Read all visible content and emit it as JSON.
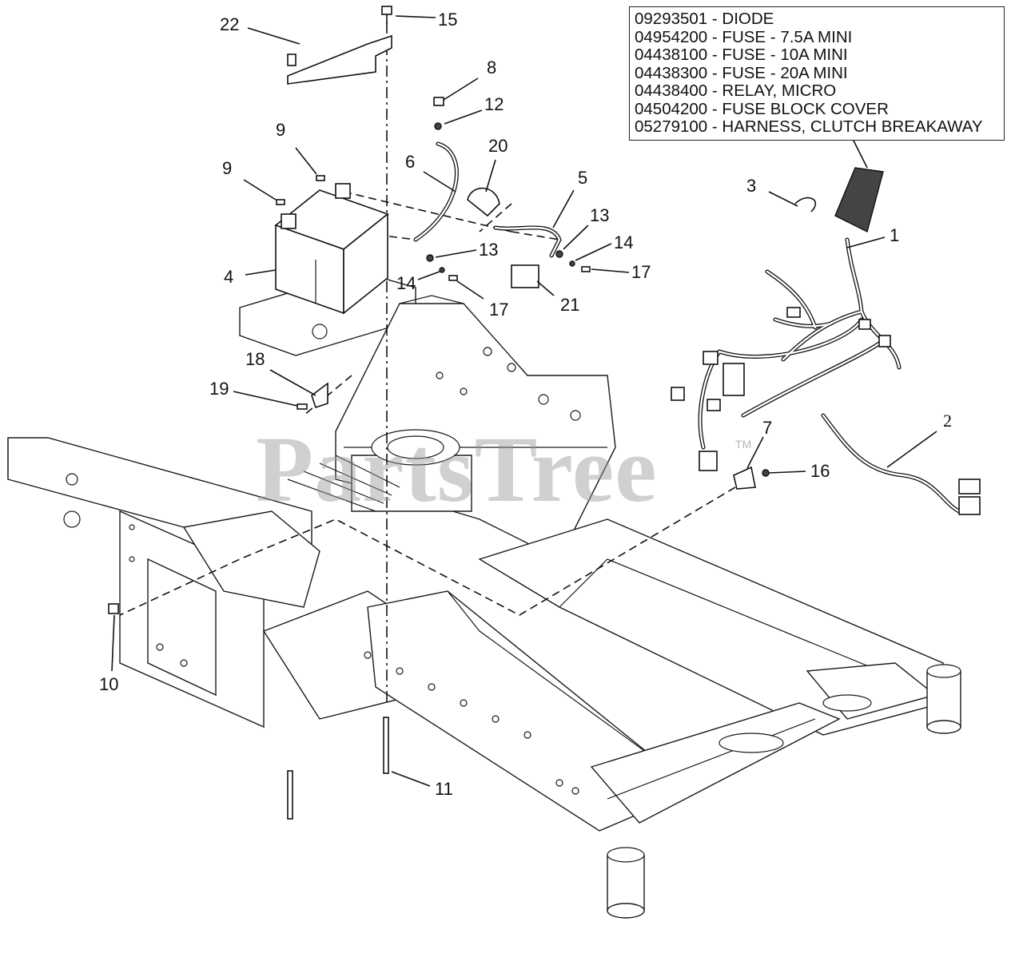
{
  "legend": [
    "09293501 - DIODE",
    "04954200 - FUSE - 7.5A MINI",
    "04438100 - FUSE - 10A MINI",
    "04438300 - FUSE - 20A MINI",
    "04438400 - RELAY, MICRO",
    "04504200 - FUSE BLOCK COVER",
    "05279100 - HARNESS, CLUTCH BREAKAWAY"
  ],
  "watermark": "PartsTree",
  "watermark_tm": "TM",
  "callouts": {
    "c1": "1",
    "c2": "2",
    "c3": "3",
    "c4": "4",
    "c5": "5",
    "c6": "6",
    "c7": "7",
    "c8": "8",
    "c9a": "9",
    "c9b": "9",
    "c10": "10",
    "c11": "11",
    "c12": "12",
    "c13a": "13",
    "c13b": "13",
    "c14a": "14",
    "c14b": "14",
    "c15": "15",
    "c16": "16",
    "c17a": "17",
    "c17b": "17",
    "c18": "18",
    "c19": "19",
    "c20": "20",
    "c21": "21",
    "c22": "22"
  }
}
